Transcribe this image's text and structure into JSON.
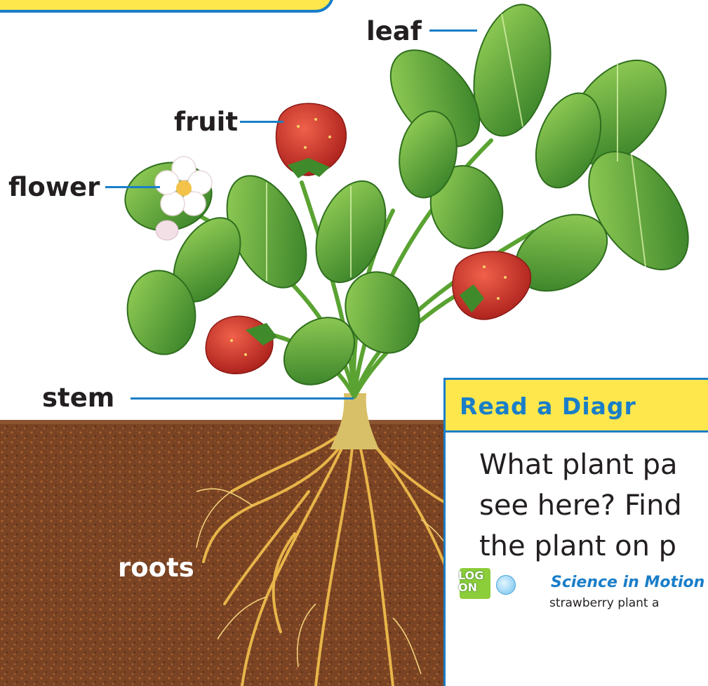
{
  "labels": {
    "leaf": "leaf",
    "fruit": "fruit",
    "flower": "flower",
    "stem": "stem",
    "roots": "roots"
  },
  "panel": {
    "title": "Read a Diagr",
    "lines": [
      "What plant pa",
      "see here? Find",
      "the plant on p"
    ],
    "logon": [
      "LOG",
      "ON"
    ],
    "link": "Science in Motion",
    "caption": "strawberry plant a"
  },
  "colors": {
    "accent_blue": "#1a7ec8",
    "banner_yellow": "#fde74c",
    "soil": "#7a4424",
    "leaf_green": "#4f9a34",
    "berry_red": "#d4312a"
  },
  "icons": [
    "strawberry-plant",
    "log-on-badge",
    "science-in-motion-icon"
  ]
}
